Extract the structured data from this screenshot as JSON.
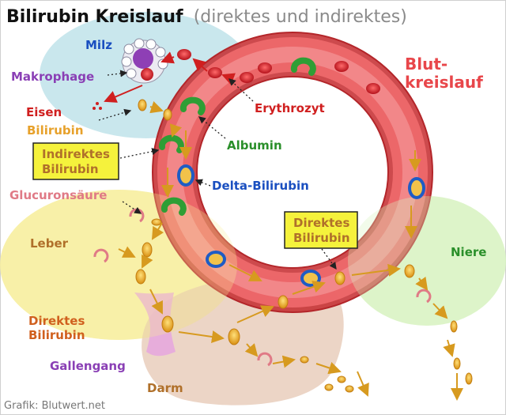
{
  "title": {
    "main": "Bilirubin Kreislauf",
    "sub": "(direktes und indirektes)"
  },
  "labels": {
    "milz": "Milz",
    "makrophage": "Makrophage",
    "eisen": "Eisen",
    "bilirubin": "Bilirubin",
    "indirektes_line1": "Indirektes",
    "indirektes_line2": "Bilirubin",
    "glucuronsaeure": "Glucuronsäure",
    "leber": "Leber",
    "direktes_left_line1": "Direktes",
    "direktes_left_line2": "Bilirubin",
    "gallengang": "Gallengang",
    "darm": "Darm",
    "erythrozyt": "Erythrozyt",
    "albumin": "Albumin",
    "delta_bilirubin": "Delta-Bilirubin",
    "blutkreislauf_line1": "Blut-",
    "blutkreislauf_line2": "kreislauf",
    "direktes_box_line1": "Direktes",
    "direktes_box_line2": "Bilirubin",
    "niere": "Niere"
  },
  "credit": "Grafik: Blutwert.net",
  "colors": {
    "vessel": "#e8464a",
    "spleen": "#bfe3ea",
    "liver": "#f7ef9f",
    "kidney": "#d9f3c4",
    "intestine": "#e6c7b3",
    "gallduct": "#e6a3e0",
    "bilirubin": "#e8a92a",
    "albumin": "#2f9e35",
    "delta": "#1f5cc4",
    "label_red": "#d01f1f",
    "label_orange": "#e7a12b",
    "label_purple": "#8a3fb5",
    "label_green": "#2a8f2a",
    "label_blue": "#1a4fc0",
    "label_brown": "#b0702a",
    "label_pink": "#e07a86",
    "box_fill": "#f5f23c"
  }
}
